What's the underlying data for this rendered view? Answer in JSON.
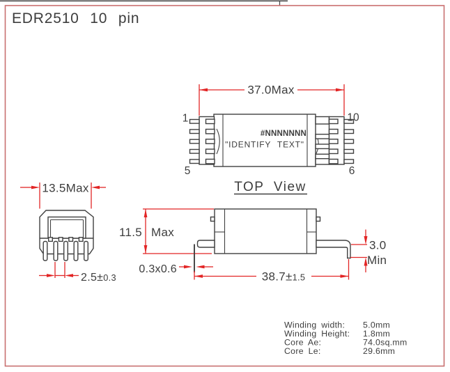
{
  "page": {
    "title": "EDR2510 10 pin"
  },
  "colors": {
    "dimension_red": "#e22525",
    "sheet_border_red": "#c97070",
    "drawing_line": "#404040"
  },
  "top_view": {
    "label": "TOP View",
    "width_dim": "37.0Max",
    "pin_top_left": "1",
    "pin_bottom_left": "5",
    "pin_top_right": "10",
    "pin_bottom_right": "6",
    "marking_serial": "#NNNNNNN",
    "marking_identify": "\"IDENTIFY TEXT\""
  },
  "end_view": {
    "width_dim": "13.5Max",
    "pitch_dim_value": "2.5±",
    "pitch_dim_tol": "0.3"
  },
  "side_view": {
    "height_dim_value": "11.5",
    "height_dim_suffix": "Max",
    "pin_section_dim": "0.3x0.6",
    "length_dim_value": "38.7±",
    "length_dim_tol": "1.5",
    "standoff_dim_value": "3.0",
    "standoff_dim_suffix": "Min"
  },
  "specs": {
    "rows": [
      {
        "label": "Winding width:",
        "value": "5.0mm"
      },
      {
        "label": "Winding Height:",
        "value": "1.8mm"
      },
      {
        "label": "Core Ae:",
        "value": "74.0sq.mm"
      },
      {
        "label": "Core Le:",
        "value": "29.6mm"
      }
    ]
  }
}
